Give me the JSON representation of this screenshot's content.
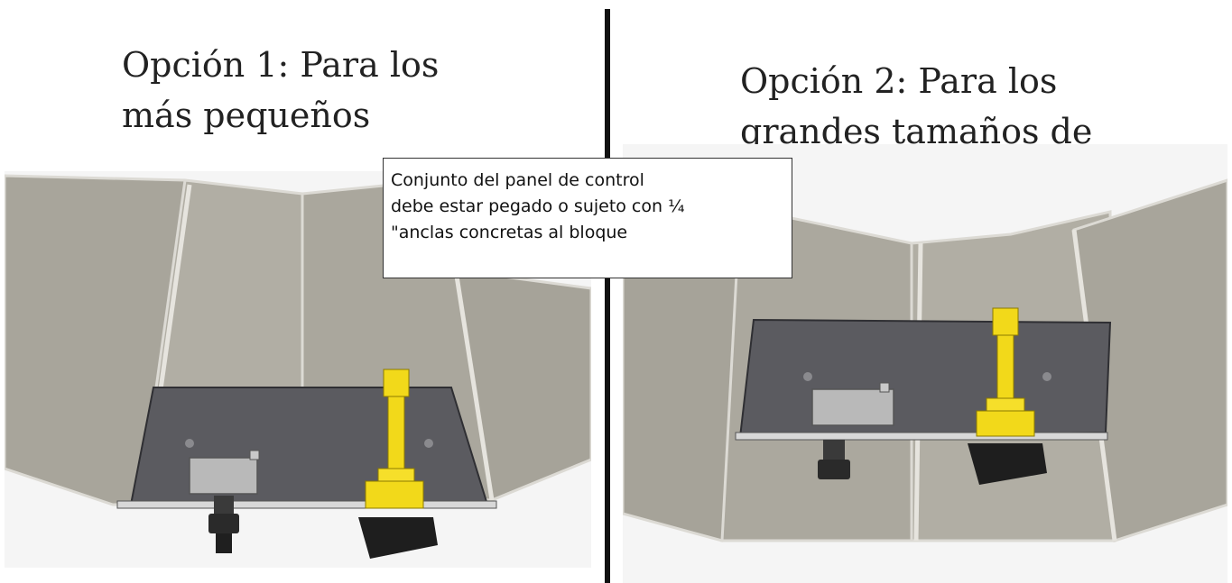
{
  "option_left": {
    "title_lines": [
      "Opción 1: Para los",
      "más pequeños"
    ]
  },
  "option_right": {
    "title_lines": [
      "Opción 2: Para los",
      "grandes tamaños de"
    ]
  },
  "callout": {
    "lines": [
      "Conjunto del panel de control",
      "debe estar pegado o sujeto con ¼",
      "\"anclas concretas al bloque"
    ]
  },
  "colors": {
    "panel_fill": "#a8a59b",
    "panel_edge": "#dcdad4",
    "plate": "#5b5b60",
    "fitting_yellow": "#f2d91a",
    "fitting_dark": "#222222",
    "box_gray": "#b9b9b9",
    "divider": "#111111"
  }
}
